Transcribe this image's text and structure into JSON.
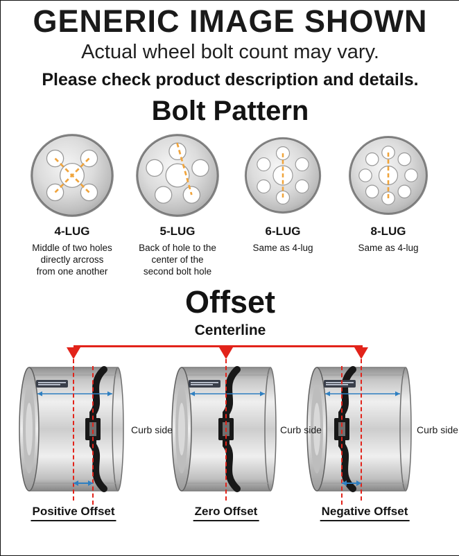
{
  "header": {
    "title": "GENERIC IMAGE SHOWN",
    "subtitle": "Actual wheel bolt count may vary.",
    "note": "Please check product description and details."
  },
  "bolt_pattern": {
    "title": "Bolt Pattern",
    "lugs": [
      {
        "label": "4-LUG",
        "holes": 4,
        "description": "Middle of two holes directly arcross from one another"
      },
      {
        "label": "5-LUG",
        "holes": 5,
        "description": "Back of hole to the center of the second bolt hole"
      },
      {
        "label": "6-LUG",
        "holes": 6,
        "description": "Same as 4-lug"
      },
      {
        "label": "8-LUG",
        "holes": 8,
        "description": "Same as 4-lug"
      }
    ]
  },
  "offset": {
    "title": "Offset",
    "centerline_label": "Centerline",
    "curb_side_label": "Curb side",
    "types": [
      {
        "label": "Positive Offset"
      },
      {
        "label": "Zero Offset"
      },
      {
        "label": "Negative Offset"
      }
    ]
  },
  "colors": {
    "centerline_red": "#e2231a",
    "measure_blue": "#2e7fc1",
    "bolt_dash_orange": "#f0a43c"
  }
}
